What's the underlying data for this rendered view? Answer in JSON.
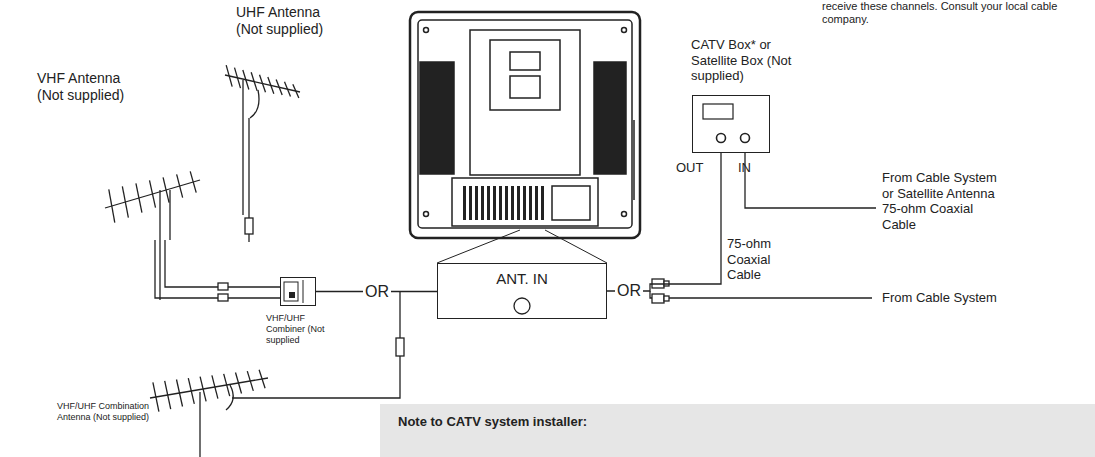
{
  "diagram": {
    "nodes": [
      {
        "text": [
          "ANT. IN"
        ]
      },
      {
        "text": [
          "VHF/UHF Combiner (Not supplied"
        ]
      },
      {
        "text": [
          "CATV Box* or Satellite Box (Not supplied)"
        ]
      }
    ],
    "edges": [
      {
        "from": 1,
        "to": 0,
        "label": "OR",
        "arrow": "none"
      },
      {
        "from": 0,
        "to": 2,
        "label": "OR",
        "arrow": "none"
      }
    ],
    "labels": [
      "UHF Antenna (Not supplied)",
      "VHF Antenna (Not supplied)",
      "VHF/UHF Combination Antenna (Not supplied)",
      "OUT",
      "IN",
      "75-ohm Coaxial Cable",
      "From Cable System or Satellite Antenna 75-ohm Coaxial Cable",
      "From Cable System",
      "Note to CATV system installer:",
      "receive these channels. Consult your local cable company."
    ]
  }
}
